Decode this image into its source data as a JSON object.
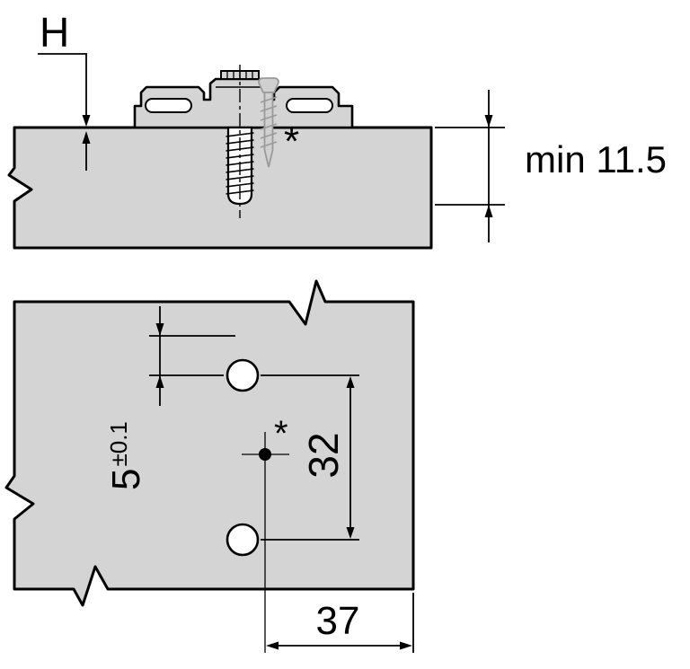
{
  "diagram": {
    "type": "technical-drawing",
    "subject": "hinge-mounting-plate-with-system-screw",
    "colors": {
      "panel": "#d4d4d4",
      "outline": "#000000",
      "hole": "#ffffff",
      "screw": "#fdfdfd",
      "phantom_screw": "#d0d0d0",
      "background": "#ffffff"
    },
    "side_view": {
      "height_label": "H",
      "min_depth_label": "min 11.5",
      "alt_marker": "*"
    },
    "top_view": {
      "offset_value": "5",
      "offset_tolerance": "±0.1",
      "hole_spacing_label": "32",
      "edge_distance_label": "37",
      "system_marker": "*"
    }
  }
}
